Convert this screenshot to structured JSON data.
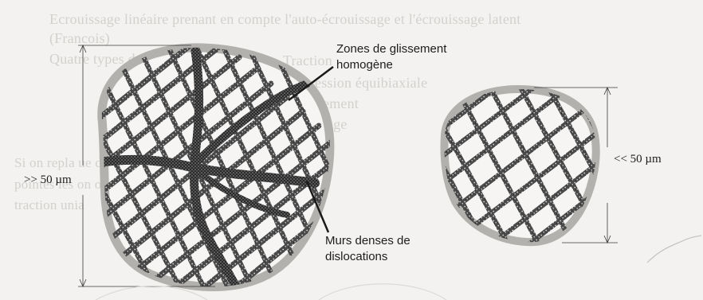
{
  "background_text": {
    "line1": "Ecrouissage linéaire prenant en compte l'auto-écrouissage et l'écrouissage latent",
    "line2": "(Francois)",
    "line3_start": "Quatre types d",
    "line3_end": "Traction",
    "line4": "ession équibiaxiale",
    "line5": "ement",
    "line6": "age",
    "line7": "Si on repla                          ue dans le plan                         s deux",
    "line8": "pointes les                          on obtient pour                  argement en",
    "line9": "traction unia"
  },
  "labels": {
    "glide_zones_line1": "Zones de glissement",
    "glide_zones_line2": "homogène",
    "walls_line1": "Murs denses de",
    "walls_line2": "dislocations",
    "large_grain_size": ">> 50 µm",
    "small_grain_size": "<< 50 µm"
  },
  "colors": {
    "paper": "#f3f2f0",
    "grain_border": "#b3b1ad",
    "dislocation_cell": "#3b3b3b",
    "dense_wall": "#2a2a2a",
    "ink": "#1c1c1c"
  }
}
